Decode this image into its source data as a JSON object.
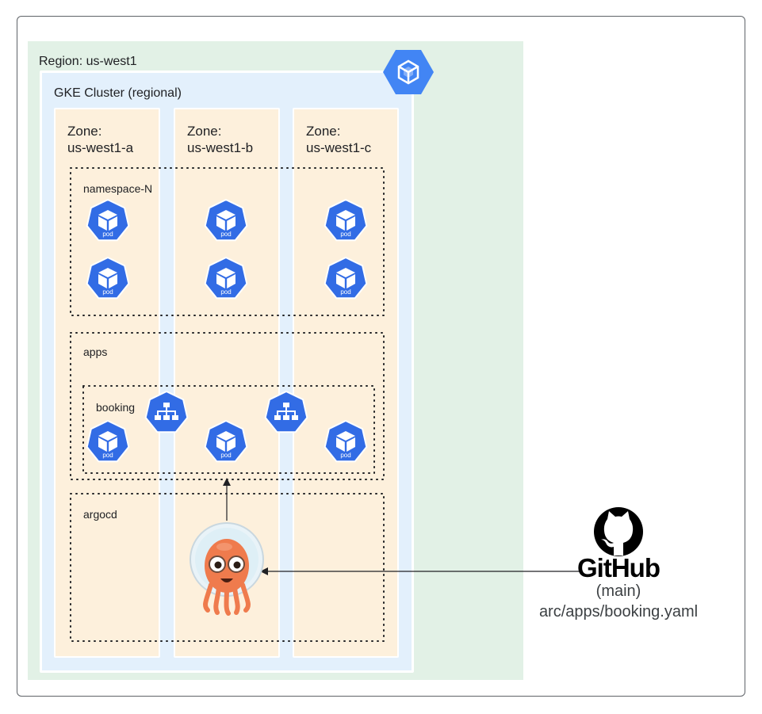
{
  "region": {
    "label": "Region: us-west1"
  },
  "cluster": {
    "label": "GKE Cluster (regional)"
  },
  "zones": [
    {
      "label": "Zone:\nus-west1-a"
    },
    {
      "label": "Zone:\nus-west1-b"
    },
    {
      "label": "Zone:\nus-west1-c"
    }
  ],
  "namespaces": {
    "namespace_n": "namespace-N",
    "apps": "apps",
    "booking": "booking",
    "argocd": "argocd"
  },
  "pod_label": "pod",
  "github": {
    "logo_text": "GitHub",
    "branch": "(main)",
    "path": "arc/apps/booking.yaml"
  },
  "icons": {
    "gke": "gke-cube-icon",
    "pod": "pod-cube-icon",
    "service": "service-network-icon",
    "argocd": "argocd-octopus-icon",
    "github": "github-octocat-icon"
  },
  "colors": {
    "region_bg": "#e2f1e6",
    "cluster_bg": "#e3f0fc",
    "zone_bg": "#fdf0dc",
    "k8s_blue": "#326ce5",
    "gcp_blue": "#4285f4",
    "argo_orange": "#ef7b4d"
  }
}
